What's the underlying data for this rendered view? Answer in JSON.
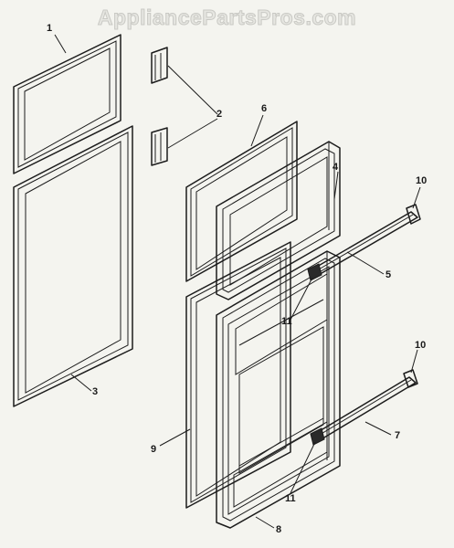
{
  "watermark": "AppliancePartsPros.com",
  "callouts": {
    "c1": "1",
    "c2": "2",
    "c3": "3",
    "c4": "4",
    "c5": "5",
    "c6": "6",
    "c7": "7",
    "c8": "8",
    "c9": "9",
    "c10a": "10",
    "c10b": "10",
    "c11a": "11",
    "c11b": "11"
  }
}
